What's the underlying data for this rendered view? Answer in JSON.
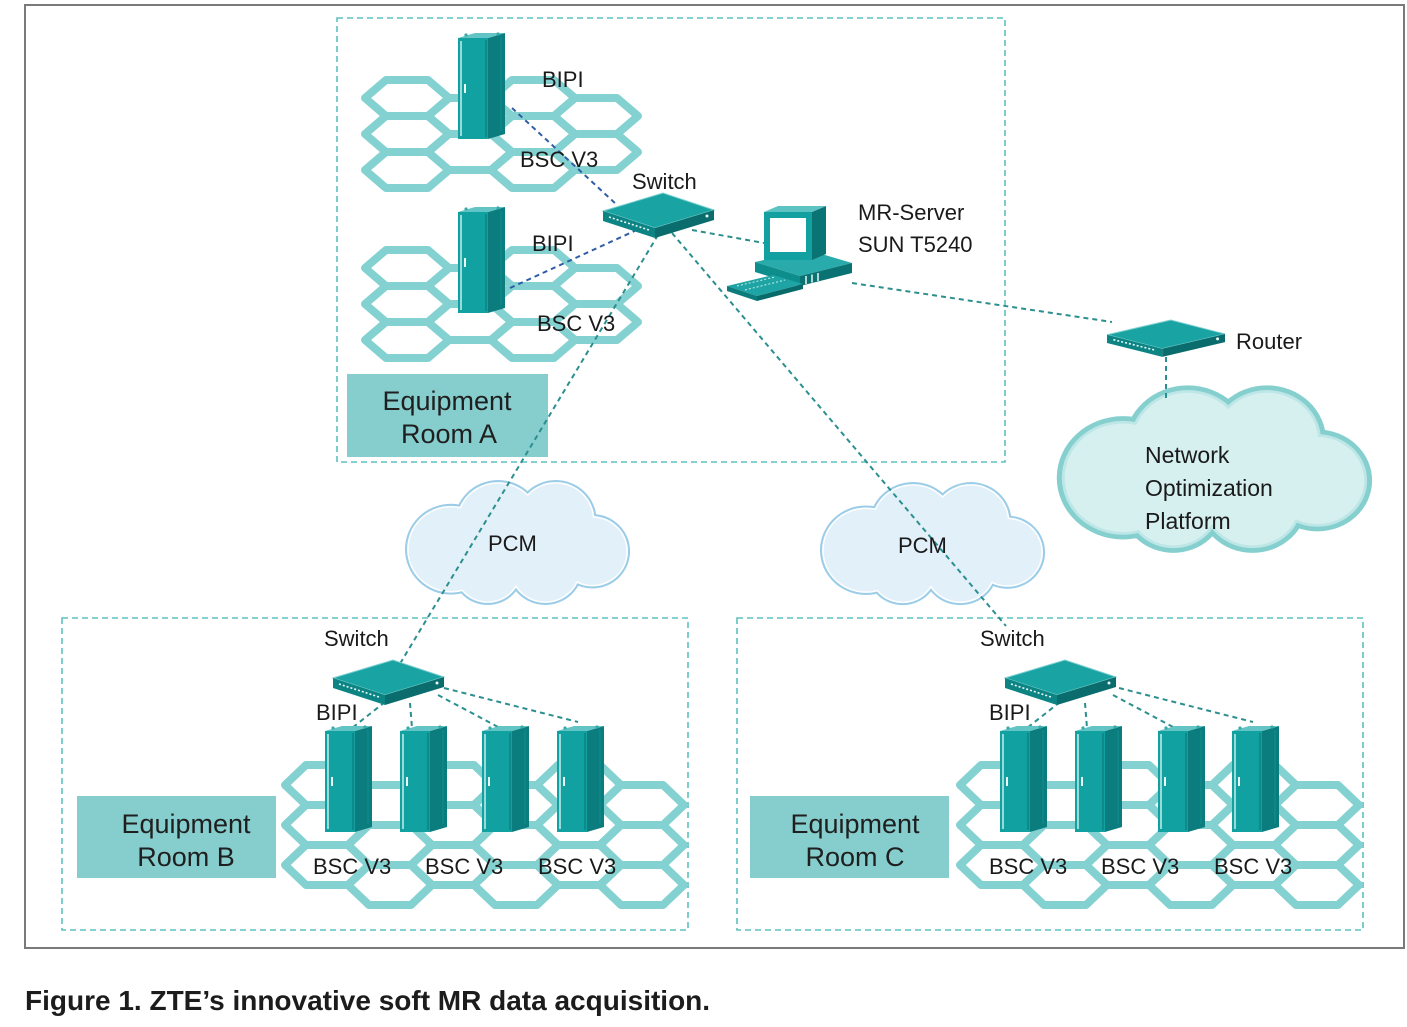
{
  "caption": "Figure 1. ZTE’s innovative soft MR data acquisition.",
  "room_a": {
    "label": [
      "Equipment",
      "Room A"
    ],
    "bsc_units": [
      {
        "bipi": "BIPI",
        "name": "BSC V3"
      },
      {
        "bipi": "BIPI",
        "name": "BSC V3"
      }
    ],
    "switch": "Switch",
    "server": [
      "MR-Server",
      "SUN T5240"
    ]
  },
  "router": "Router",
  "platform": [
    "Network",
    "Optimization",
    "Platform"
  ],
  "pcm": [
    "PCM",
    "PCM"
  ],
  "room_b": {
    "label": [
      "Equipment",
      "Room B"
    ],
    "switch": "Switch",
    "bipi": "BIPI",
    "bsc_units": [
      "BSC V3",
      "BSC V3",
      "BSC V3"
    ]
  },
  "room_c": {
    "label": [
      "Equipment",
      "Room C"
    ],
    "switch": "Switch",
    "bipi": "BIPI",
    "bsc_units": [
      "BSC V3",
      "BSC V3",
      "BSC V3"
    ]
  },
  "colors": {
    "hex_stroke": "#84d1d1",
    "label_box": "#86cdcd",
    "rack_front": "#12a1a1",
    "rack_side": "#0b7d7e",
    "rack_top": "#62c4c4",
    "link_teal": "#2c8f8f",
    "link_blue": "#2f5ea6",
    "platform_text": "#1ba2a2",
    "pcm_outline": "#9ccde8",
    "pcm_fill": "#e2f0f9",
    "platform_outline": "#86cfcf",
    "platform_fill": "#d6efef"
  }
}
